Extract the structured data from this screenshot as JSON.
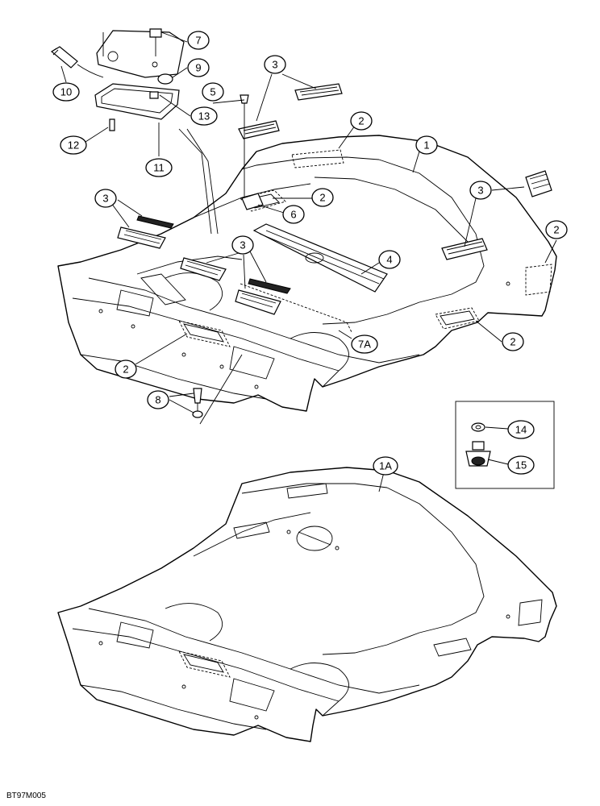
{
  "diagram": {
    "callouts": {
      "c1": "1",
      "c1a": "1A",
      "c2": "2",
      "c3": "3",
      "c4": "4",
      "c5": "5",
      "c6": "6",
      "c7": "7",
      "c7a": "7A",
      "c8": "8",
      "c9": "9",
      "c10": "10",
      "c11": "11",
      "c12": "12",
      "c13": "13",
      "c14": "14",
      "c15": "15"
    },
    "footer_code": "BT97M005"
  }
}
